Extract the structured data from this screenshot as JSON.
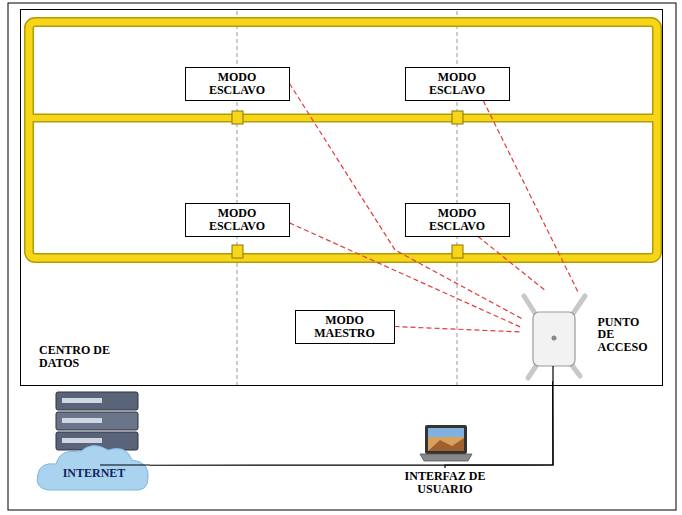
{
  "diagram": {
    "nodes": [
      {
        "text": [
          "CENTRO DE DATOS"
        ]
      },
      {
        "text": [
          "MODO ESCLAVO"
        ],
        "in": 0
      },
      {
        "text": [
          "MODO ESCLAVO"
        ],
        "in": 0
      },
      {
        "text": [
          "MODO ESCLAVO"
        ],
        "in": 0
      },
      {
        "text": [
          "MODO ESCLAVO"
        ],
        "in": 0
      },
      {
        "text": [
          "MODO MAESTRO"
        ],
        "in": 0
      },
      {
        "text": [
          "PUNTO DE ACCESO"
        ],
        "in": 0
      },
      {
        "text": [
          "INTERNET"
        ]
      },
      {
        "text": [
          "INTERFAZ DE USUARIO"
        ]
      }
    ],
    "edges": [
      {
        "from": 1,
        "to": 6,
        "arrow": "none"
      },
      {
        "from": 2,
        "to": 6,
        "arrow": "none"
      },
      {
        "from": 3,
        "to": 6,
        "arrow": "none"
      },
      {
        "from": 4,
        "to": 6,
        "arrow": "none"
      },
      {
        "from": 5,
        "to": 6,
        "arrow": "none"
      },
      {
        "from": 7,
        "to": 6,
        "arrow": "none"
      },
      {
        "from": 8,
        "to": 6,
        "arrow": "none"
      }
    ]
  }
}
